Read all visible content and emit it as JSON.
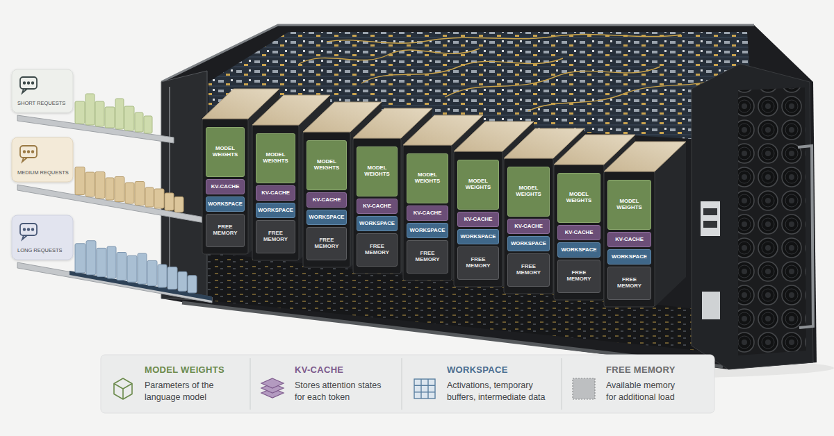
{
  "diagram": {
    "nodes": [
      {
        "text": [
          "SHORT REQUESTS"
        ]
      },
      {
        "text": [
          "MEDIUM REQUESTS"
        ]
      },
      {
        "text": [
          "LONG REQUESTS"
        ]
      },
      {
        "text": [
          "MODEL WEIGHTS"
        ]
      },
      {
        "text": [
          "KV-CACHE"
        ]
      },
      {
        "text": [
          "WORKSPACE"
        ]
      },
      {
        "text": [
          "FREE MEMORY"
        ]
      },
      {
        "text": [
          "MODEL WEIGHTS"
        ]
      },
      {
        "text": [
          "KV-CACHE"
        ]
      },
      {
        "text": [
          "WORKSPACE"
        ]
      },
      {
        "text": [
          "FREE MEMORY"
        ]
      },
      {
        "text": [
          "MODEL WEIGHTS"
        ]
      },
      {
        "text": [
          "KV-CACHE"
        ]
      },
      {
        "text": [
          "WORKSPACE"
        ]
      },
      {
        "text": [
          "FREE MEMORY"
        ]
      },
      {
        "text": [
          "MODEL WEIGHTS"
        ]
      },
      {
        "text": [
          "KV-CACHE"
        ]
      },
      {
        "text": [
          "WORKSPACE"
        ]
      },
      {
        "text": [
          "FREE MEMORY"
        ]
      },
      {
        "text": [
          "MODEL WEIGHTS"
        ]
      },
      {
        "text": [
          "KV-CACHE"
        ]
      },
      {
        "text": [
          "WORKSPACE"
        ]
      },
      {
        "text": [
          "FREE MEMORY"
        ]
      },
      {
        "text": [
          "MODEL WEIGHTS"
        ]
      },
      {
        "text": [
          "KV-CACHE"
        ]
      },
      {
        "text": [
          "WORKSPACE"
        ]
      },
      {
        "text": [
          "FREE MEMORY"
        ]
      },
      {
        "text": [
          "MODEL WEIGHTS"
        ]
      },
      {
        "text": [
          "KV-CACHE"
        ]
      },
      {
        "text": [
          "WORKSPACE"
        ]
      },
      {
        "text": [
          "FREE MEMORY"
        ]
      },
      {
        "text": [
          "MODEL WEIGHTS"
        ]
      },
      {
        "text": [
          "KV-CACHE"
        ]
      },
      {
        "text": [
          "WORKSPACE"
        ]
      },
      {
        "text": [
          "FREE MEMORY"
        ]
      },
      {
        "text": [
          "MODEL WEIGHTS"
        ]
      },
      {
        "text": [
          "KV-CACHE"
        ]
      },
      {
        "text": [
          "WORKSPACE"
        ]
      },
      {
        "text": [
          "FREE MEMORY"
        ]
      },
      {
        "text": [
          "MODEL WEIGHTS",
          "Parameters of the language model"
        ]
      },
      {
        "text": [
          "KV-CACHE",
          "Stores attention states for each token"
        ]
      },
      {
        "text": [
          "WORKSPACE",
          "Activations, temporary buffers, intermediate data"
        ]
      },
      {
        "text": [
          "FREE MEMORY",
          "Available memory for additional load"
        ]
      }
    ]
  }
}
